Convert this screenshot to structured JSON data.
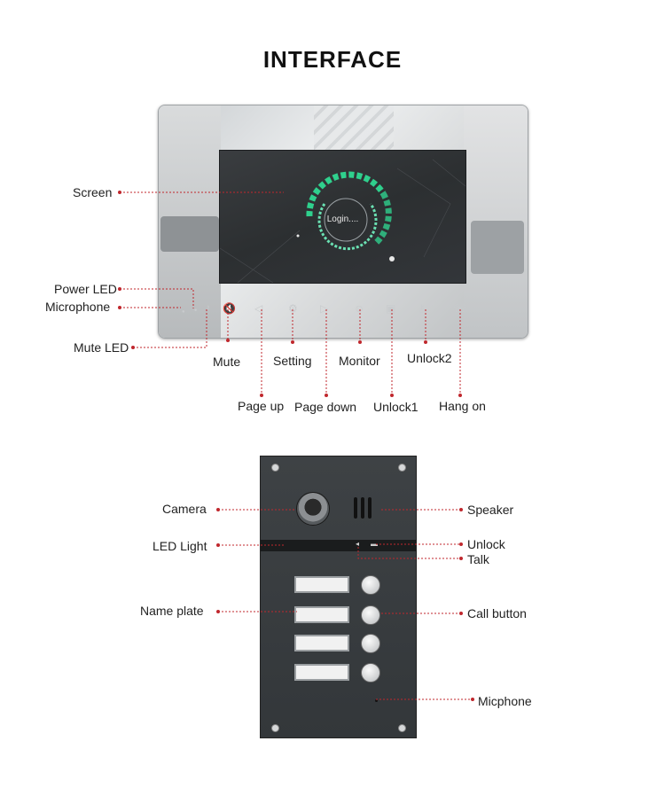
{
  "title": "INTERFACE",
  "monitor": {
    "screen_text": "Login....",
    "labels": {
      "screen": "Screen",
      "power_led": "Power LED",
      "microphone": "Microphone",
      "mute_led": "Mute LED",
      "mute": "Mute",
      "setting": "Setting",
      "monitor": "Monitor",
      "unlock2": "Unlock2",
      "page_up": "Page up",
      "page_down": "Page down",
      "unlock1": "Unlock1",
      "hang_on": "Hang on"
    },
    "icons": [
      "mute-icon",
      "page-up-icon",
      "setting-icon",
      "page-down-icon",
      "monitor-icon",
      "unlock1-icon",
      "unlock2-icon",
      "hang-on-icon"
    ]
  },
  "door_station": {
    "labels": {
      "camera": "Camera",
      "led_light": "LED Light",
      "name_plate": "Name plate",
      "speaker": "Speaker",
      "unlock": "Unlock",
      "talk": "Talk",
      "call_button": "Call button",
      "micphone": "Micphone"
    }
  },
  "colors": {
    "leader": "#c0272d",
    "accent": "#3ed89a"
  }
}
